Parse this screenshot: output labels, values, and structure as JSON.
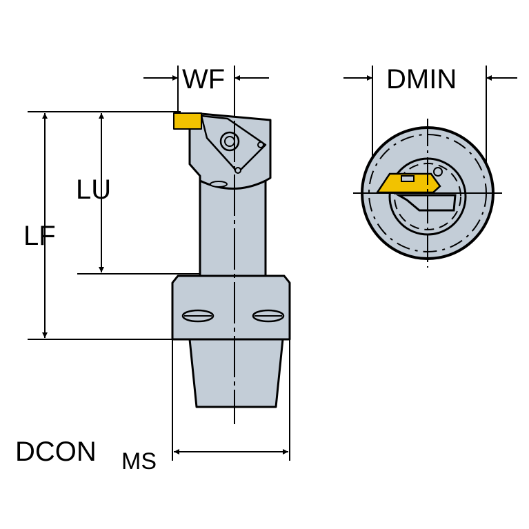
{
  "dimensions": {
    "wf": "WF",
    "lu": "LU",
    "lf": "LF",
    "dmin": "DMIN",
    "dcon": "DCON",
    "dcon_sub": "MS"
  },
  "colors": {
    "body": "#c3cdd7",
    "insert": "#f2c200",
    "line": "#000000"
  }
}
